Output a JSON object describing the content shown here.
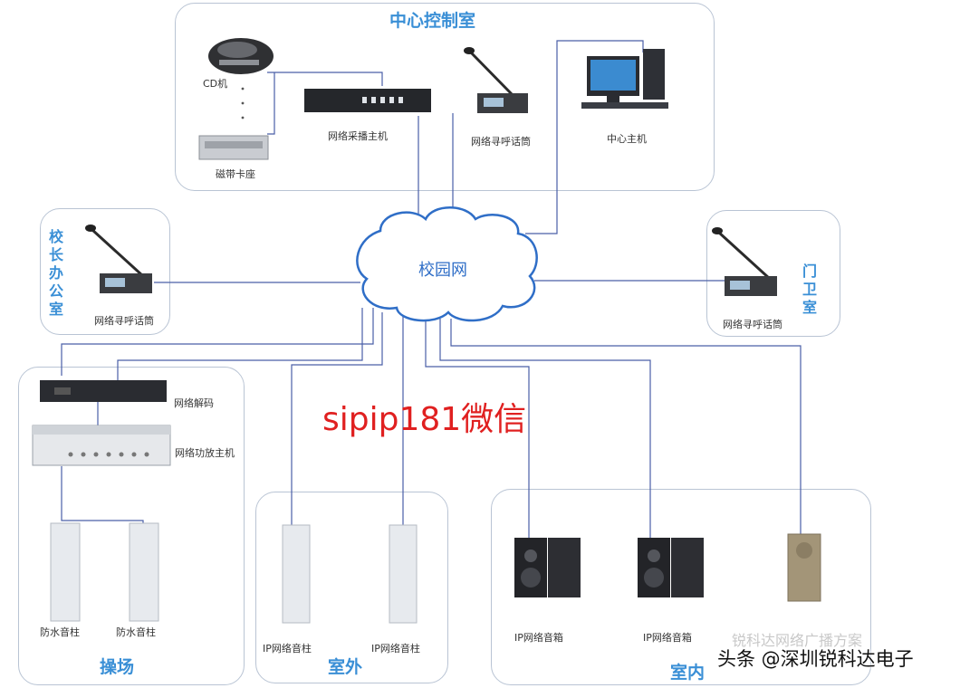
{
  "zones": {
    "control_room": "中心控制室",
    "principal_office": "校长办公室",
    "gate_room": "门卫室",
    "playground": "操场",
    "outdoor": "室外",
    "indoor": "室内"
  },
  "network": "校园网",
  "devices": {
    "cd_player": "CD机",
    "tape_deck": "磁带卡座",
    "collector_host": "网络采播主机",
    "control_mic": "网络寻呼话筒",
    "center_host": "中心主机",
    "principal_mic": "网络寻呼话筒",
    "gate_mic": "网络寻呼话筒",
    "network_terminal": "网络解码",
    "amplifier": "网络功放主机",
    "column_left": "防水音柱",
    "column_right": "防水音柱",
    "outdoor_left": "IP网络音柱",
    "outdoor_right": "IP网络音柱",
    "indoor_speaker_left": "IP网络音箱",
    "indoor_speaker_right": "IP网络音箱"
  },
  "overlay": {
    "watermark": "sipip181微信",
    "credit": "头条 @深圳锐科达电子",
    "faded": "锐科达网络广播方案"
  },
  "colors": {
    "accent": "#3a8fd6",
    "wire": "#4a5fa8",
    "watermark": "#e02020"
  }
}
